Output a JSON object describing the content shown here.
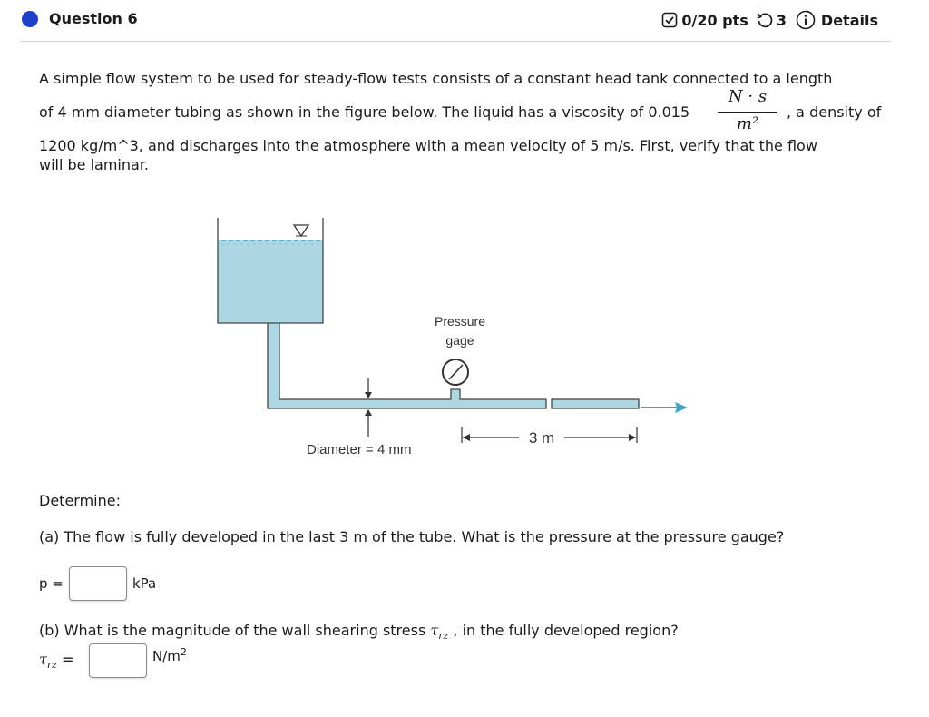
{
  "header": {
    "question_title": "Question 6",
    "points": "0/20 pts",
    "attempts": "3",
    "details_label": "Details",
    "accent_color": "#1d3fc9"
  },
  "problem": {
    "line1": "A simple flow system to be used for steady-flow tests consists of a constant head tank connected to a length",
    "line2_before": "of 4 mm diameter tubing as shown in the figure below. The liquid has a viscosity of 0.015",
    "unit_numerator": "N · s",
    "unit_denominator": "m²",
    "line2_after": ", a density of",
    "line3": "1200 kg/m^3, and discharges into the atmosphere with a mean velocity of 5 m/s. First, verify that the flow",
    "line4": "will be laminar."
  },
  "figure": {
    "gage_label_1": "Pressure",
    "gage_label_2": "gage",
    "diameter_label": "Diameter = 4 mm",
    "length_label": "3 m",
    "water_color": "#add8e3",
    "arrow_color": "#3aa6c9"
  },
  "questions": {
    "determine": "Determine:",
    "part_a": "(a) The flow is fully developed in the last 3 m of the tube. What is the pressure at the pressure gauge?",
    "p_label": "p =",
    "p_value": "",
    "p_unit": "kPa",
    "part_b_before": "(b) What is the magnitude of the wall shearing stress",
    "tau_symbol": "τ",
    "tau_sub": "rz",
    "part_b_after": ", in the fully developed region?",
    "tau_equals": "=",
    "tau_value": "",
    "tau_unit": "N/m",
    "tau_unit_exp": "2"
  }
}
